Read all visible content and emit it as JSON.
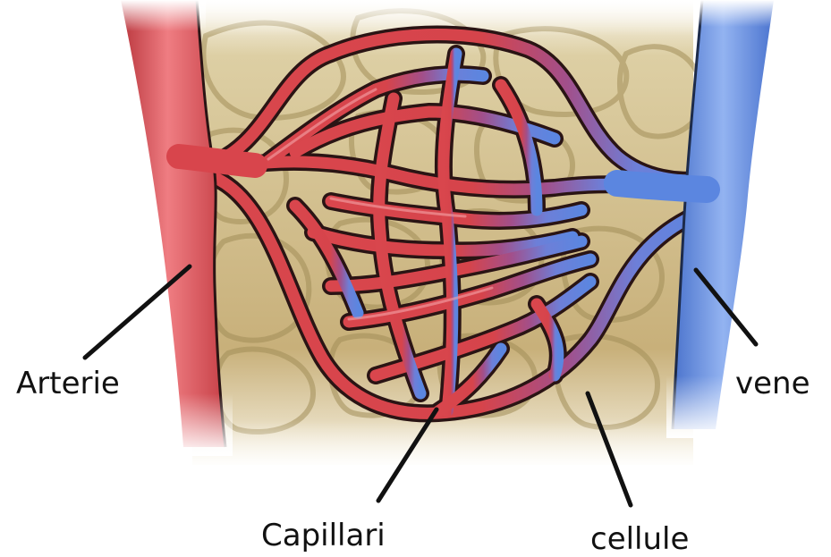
{
  "labels": {
    "artery": "Arterie",
    "vein": "vene",
    "capillaries": "Capillari",
    "cells": "cellule"
  },
  "colors": {
    "artery": "#d8454c",
    "vein": "#5b86e0",
    "tissue": "#cdb784",
    "cell_outline": "#9c8850",
    "ink": "#111111"
  }
}
